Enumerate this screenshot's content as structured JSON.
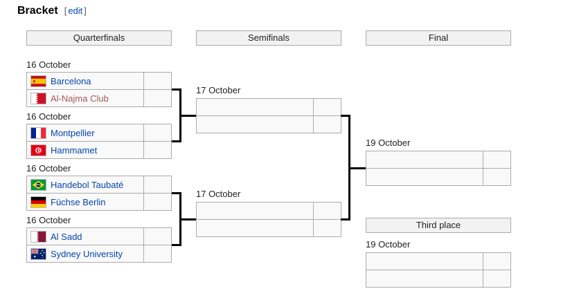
{
  "title": "Bracket",
  "edit": {
    "open": "[",
    "label": "edit",
    "close": "]"
  },
  "headers": {
    "qf": "Quarterfinals",
    "sf": "Semifinals",
    "f": "Final",
    "tp": "Third place"
  },
  "colors": {
    "link_blue": "#0645ad",
    "redlink_visited": "#a55858",
    "header_bg": "#f2f2f2",
    "cell_bg": "#f9f9f9",
    "table_border": "#aaaaaa",
    "connector": "#000000"
  },
  "qf": [
    {
      "date": "16 October",
      "t1": "Barcelona",
      "t1flag": "Spain",
      "s1": "",
      "t2": "Al-Najma Club",
      "t2flag": "Bahrain",
      "s2": ""
    },
    {
      "date": "16 October",
      "t1": "Montpellier",
      "t1flag": "France",
      "s1": "",
      "t2": "Hammamet",
      "t2flag": "Tunisia",
      "s2": ""
    },
    {
      "date": "16 October",
      "t1": "Handebol Taubaté",
      "t1flag": "Brazil",
      "s1": "",
      "t2": "Füchse Berlin",
      "t2flag": "Germany",
      "s2": ""
    },
    {
      "date": "16 October",
      "t1": "Al Sadd",
      "t1flag": "Qatar",
      "s1": "",
      "t2": "Sydney University",
      "t2flag": "Australia",
      "s2": ""
    }
  ],
  "sf": [
    {
      "date": "17 October",
      "t1": "",
      "s1": "",
      "t2": "",
      "s2": ""
    },
    {
      "date": "17 October",
      "t1": "",
      "s1": "",
      "t2": "",
      "s2": ""
    }
  ],
  "f": [
    {
      "date": "19 October",
      "t1": "",
      "s1": "",
      "t2": "",
      "s2": ""
    }
  ],
  "tp": [
    {
      "date": "19 October",
      "t1": "",
      "s1": "",
      "t2": "",
      "s2": ""
    }
  ]
}
